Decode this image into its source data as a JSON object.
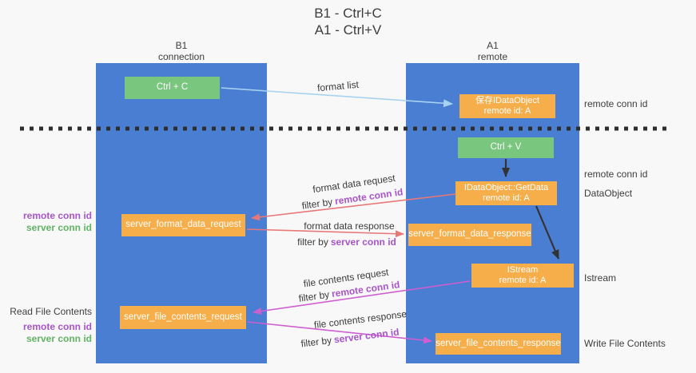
{
  "colors": {
    "lane_blue": "#4a7ed3",
    "box_orange": "#f6ae4b",
    "box_green": "#79c67f",
    "arrow_lightblue": "#a8d3f0",
    "arrow_red": "#e87878",
    "arrow_magenta": "#cf5ecf",
    "arrow_black": "#333333",
    "label_purple": "#a855c8",
    "label_green": "#62b364",
    "text_dark": "#3d3d3d",
    "bg": "#f8f8f9"
  },
  "title": {
    "line1": "B1 - Ctrl+C",
    "line2": "A1 - Ctrl+V"
  },
  "lanes": {
    "left": {
      "header_line1": "B1",
      "header_line2": "connection"
    },
    "right": {
      "header_line1": "A1",
      "header_line2": "remote"
    }
  },
  "boxes": {
    "ctrl_c": "Ctrl + C",
    "ctrl_v": "Ctrl + V",
    "save_obj_line1": "保存IDataObject",
    "save_obj_line2": "remote id: A",
    "getdata_line1": "IDataObject::GetData",
    "getdata_line2": "remote id: A",
    "istream_line1": "IStream",
    "istream_line2": "remote id: A",
    "format_request": "server_format_data_request",
    "format_response": "server_format_data_response",
    "file_request": "server_file_contents_request",
    "file_response": "server_file_contents_response"
  },
  "arrow_labels": {
    "format_list": "format list",
    "format_data_request": "format data request",
    "format_data_response": "format data response",
    "file_contents_request": "file contents request",
    "file_contents_response": "file contents response",
    "filter_by": "filter by",
    "remote_conn_id": "remote conn id",
    "server_conn_id": "server conn id"
  },
  "side_labels": {
    "left_remote_conn_id": "remote conn id",
    "left_server_conn_id": "server conn id",
    "read_file_contents": "Read File Contents",
    "right_remote_conn_id_top": "remote conn id",
    "right_remote_conn_id_mid": "remote conn id",
    "dataobject": "DataObject",
    "istream": "Istream",
    "write_file_contents": "Write File Contents"
  }
}
